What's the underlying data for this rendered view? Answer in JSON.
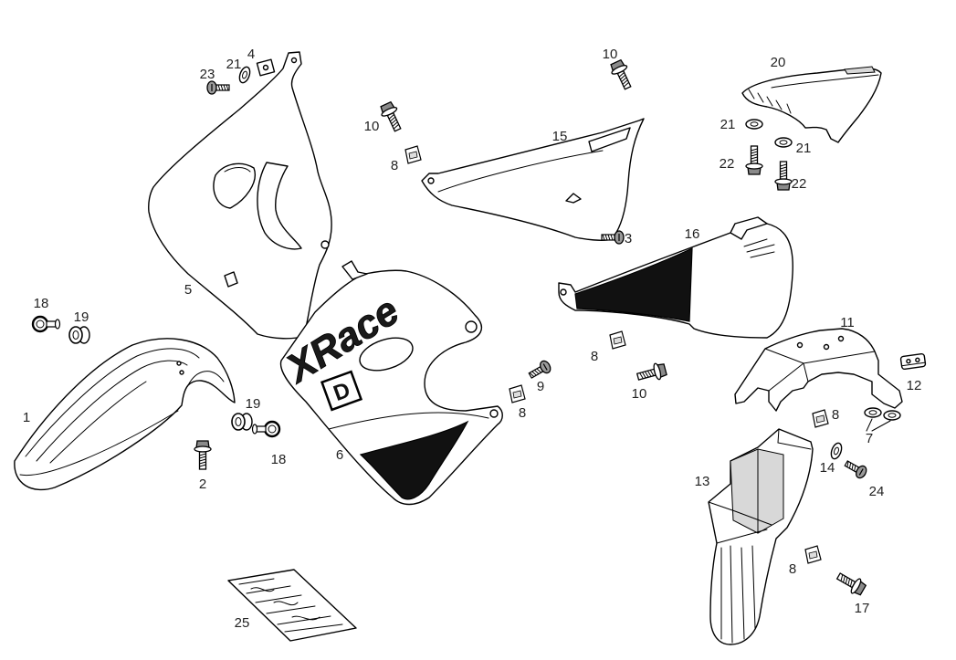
{
  "callouts": [
    "23",
    "21",
    "4",
    "5",
    "18",
    "19",
    "1",
    "19",
    "18",
    "2",
    "6",
    "10",
    "8",
    "15",
    "10",
    "3",
    "9",
    "8",
    "8",
    "10",
    "16",
    "20",
    "21",
    "21",
    "22",
    "22",
    "11",
    "12",
    "8",
    "7",
    "14",
    "24",
    "13",
    "8",
    "17",
    "25"
  ],
  "decal": {
    "brand": "XRace",
    "badge": "D"
  },
  "colors": {
    "line": "#000000",
    "background": "#ffffff",
    "decal_band": "#111111"
  }
}
